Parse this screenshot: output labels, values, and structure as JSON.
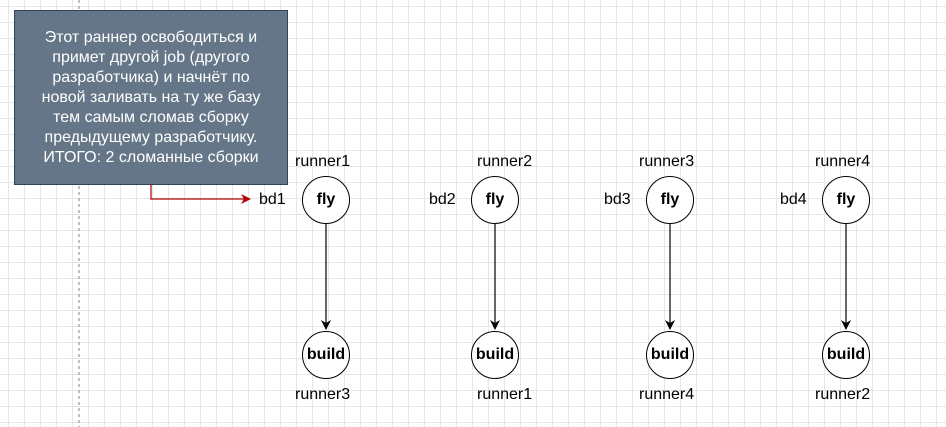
{
  "note": {
    "text": "Этот раннер освободиться и\nпримет другой job (другого\nразработчика) и начнёт по\nновой заливать на ту же базу\nтем самым сломав сборку\nпредыдущему разработчику.\nИТОГО: 2 сломанные сборки"
  },
  "columns": [
    {
      "db": "bd1",
      "top_runner": "runner1",
      "top_node": "fly",
      "bottom_node": "build",
      "bottom_runner": "runner3"
    },
    {
      "db": "bd2",
      "top_runner": "runner2",
      "top_node": "fly",
      "bottom_node": "build",
      "bottom_runner": "runner1"
    },
    {
      "db": "bd3",
      "top_runner": "runner3",
      "top_node": "fly",
      "bottom_node": "build",
      "bottom_runner": "runner4"
    },
    {
      "db": "bd4",
      "top_runner": "runner4",
      "top_node": "fly",
      "bottom_node": "build",
      "bottom_runner": "runner2"
    }
  ],
  "colors": {
    "note_fill": "#647687",
    "note_stroke": "#314354",
    "note_arrow": "#b20000",
    "edge": "#000000"
  }
}
